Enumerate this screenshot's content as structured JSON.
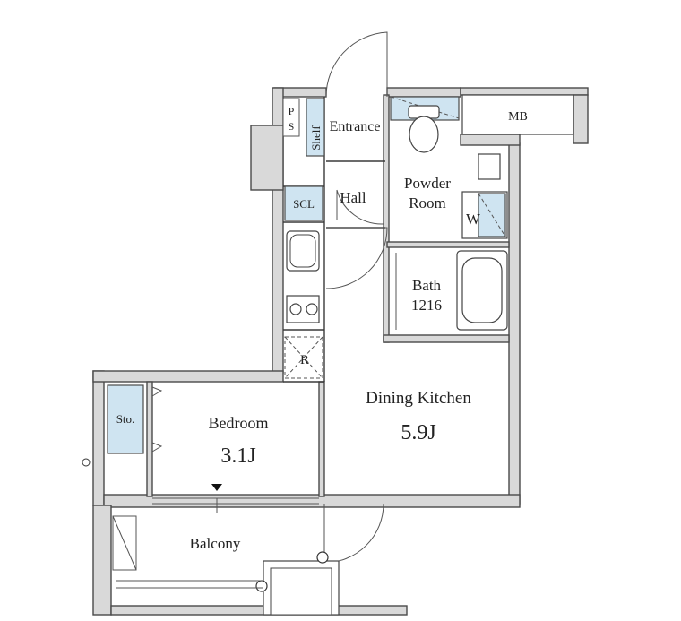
{
  "rooms": {
    "dining_kitchen": {
      "name": "Dining Kitchen",
      "size": "5.9J"
    },
    "bedroom": {
      "name": "Bedroom",
      "size": "3.1J"
    },
    "powder_room": {
      "line1": "Powder",
      "line2": "Room"
    },
    "bath": {
      "name": "Bath",
      "size": "1216"
    },
    "entrance": "Entrance",
    "hall": "Hall",
    "balcony": "Balcony"
  },
  "fixtures": {
    "ps": [
      "P",
      "S"
    ],
    "shelf": "Shelf",
    "scl": "SCL",
    "mb": "MB",
    "w": "W",
    "r": "R",
    "storage": "Sto."
  },
  "colors": {
    "wall": "#d9d9d9",
    "storage_fill": "#cfe4f1",
    "line": "#3a3a3a"
  }
}
